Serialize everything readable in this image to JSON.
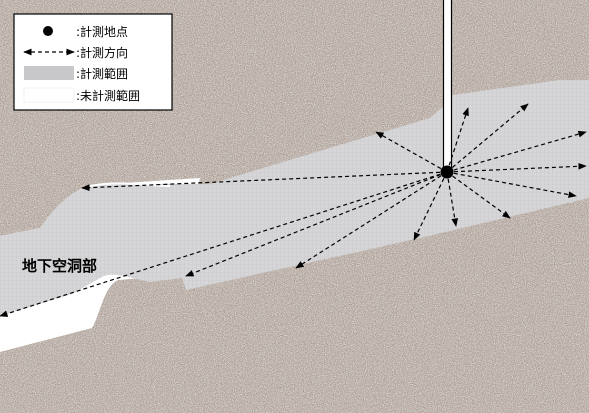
{
  "legend": {
    "point": ":計測地点",
    "direction": ":計測方向",
    "range": ":計測範囲",
    "unmeasured": ":未計測範囲"
  },
  "labels": {
    "cavity": "地下空洞部"
  },
  "colors": {
    "rock": "#9a8a80",
    "measured": "#d6d6d8",
    "unmeasured": "#ffffff",
    "arrow": "#000000"
  }
}
